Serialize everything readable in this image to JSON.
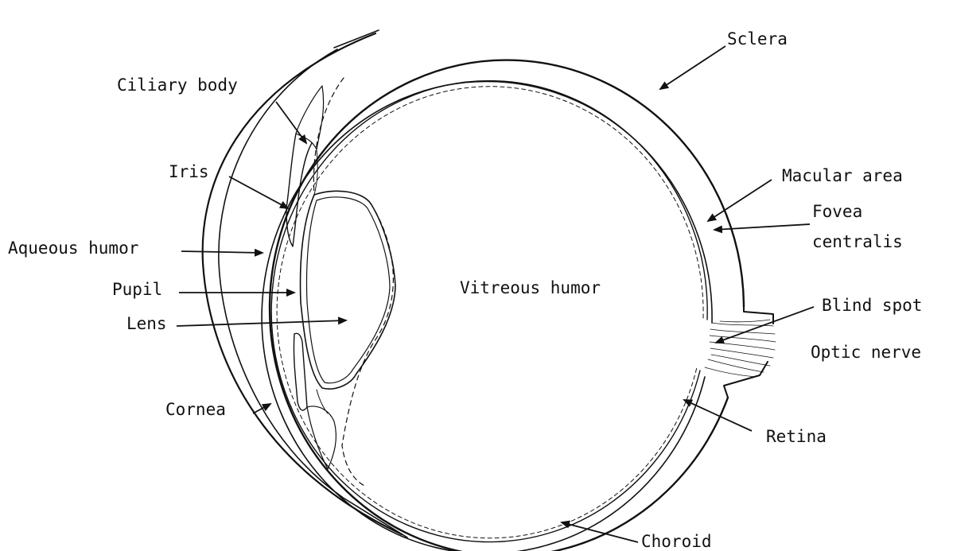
{
  "labels": {
    "sclera": "Sclera",
    "ciliary_body": "Ciliary body",
    "iris": "Iris",
    "aqueous_humor": "Aqueous humor",
    "pupil": "Pupil",
    "lens": "Lens",
    "cornea": "Cornea",
    "vitreous_humor": "Vitreous humor",
    "macular_area": "Macular area",
    "fovea_line1": "Fovea",
    "fovea_line2": "centralis",
    "blind_spot": "Blind spot",
    "optic_nerve": "Optic nerve",
    "retina": "Retina",
    "choroid": "Choroid"
  }
}
